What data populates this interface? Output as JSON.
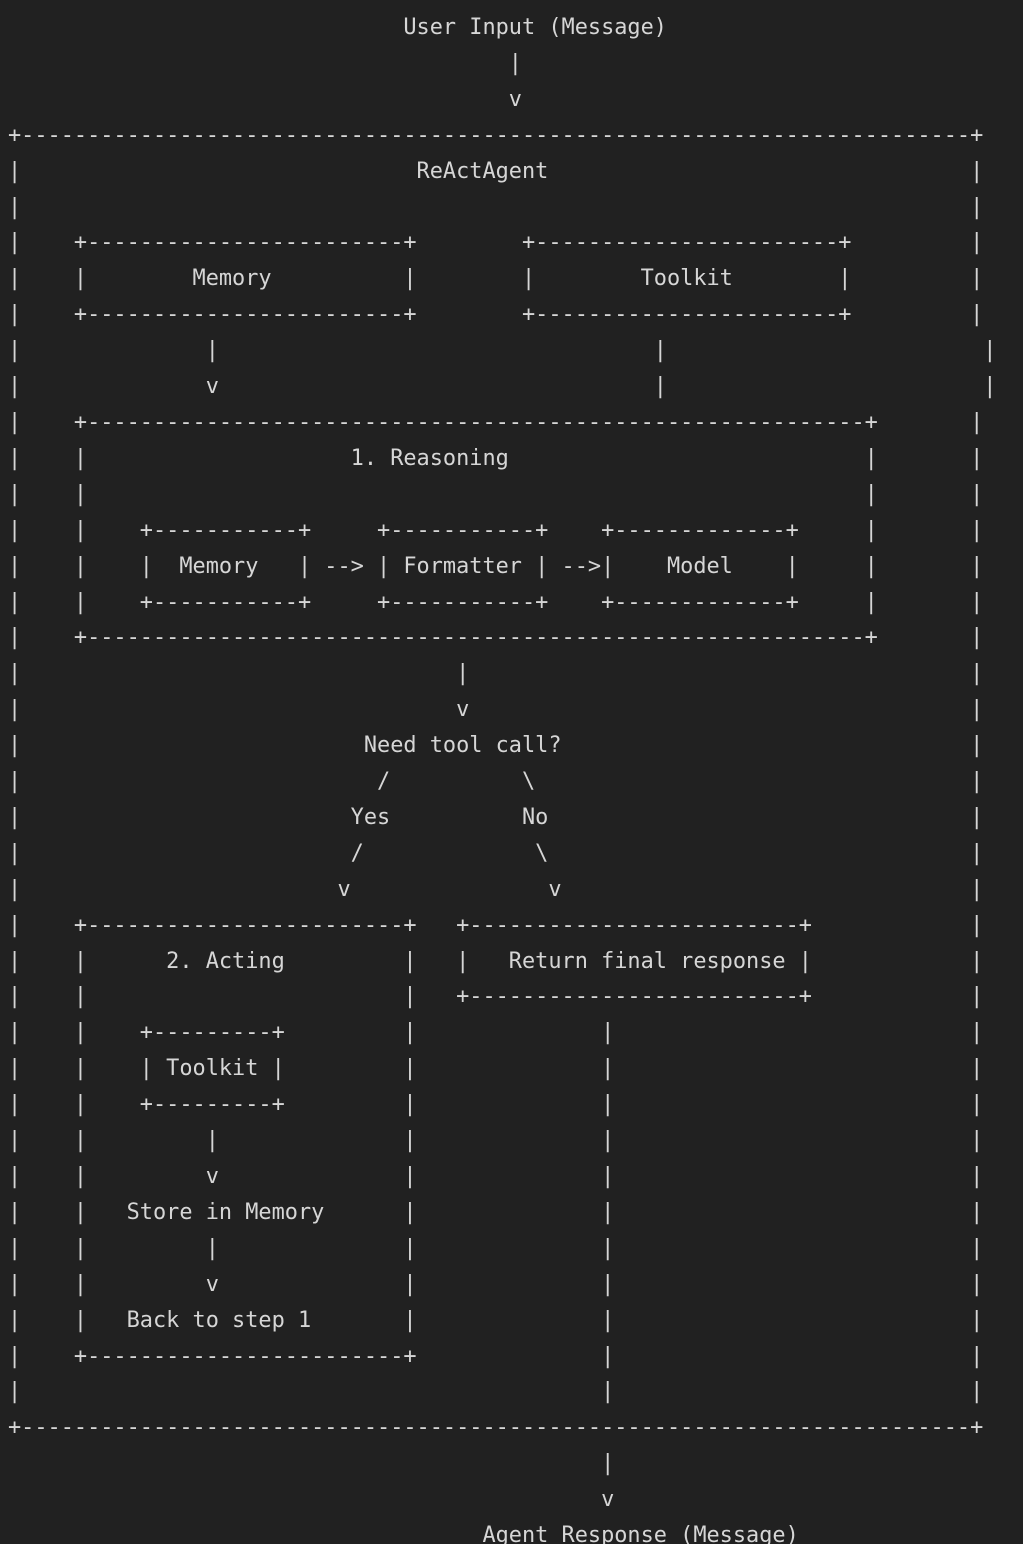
{
  "theme": {
    "background": "#212121",
    "text_color": "#d6d6d6"
  },
  "diagram": {
    "kind": "ascii-flowchart",
    "nodes": {
      "input": "User Input (Message)",
      "agent": "ReActAgent",
      "memory": "Memory",
      "toolkit": "Toolkit",
      "reasoning_title": "1. Reasoning",
      "reasoning_memory": "Memory",
      "formatter": "Formatter",
      "model": "Model",
      "decision": "Need tool call?",
      "yes": "Yes",
      "no": "No",
      "acting_title": "2. Acting",
      "acting_toolkit": "Toolkit",
      "store_in_memory": "Store in Memory",
      "back_to_step_1": "Back to step 1",
      "return_final": "Return final response",
      "output": "Agent Response (Message)"
    },
    "ascii_lines": [
      "                              User Input (Message)",
      "                                      |",
      "                                      v",
      "+------------------------------------------------------------------------+",
      "|                              ReActAgent                                |",
      "|                                                                        |",
      "|    +------------------------+        +-----------------------+         |",
      "|    |        Memory          |        |        Toolkit        |         |",
      "|    +------------------------+        +-----------------------+         |",
      "|              |                                 |                        |",
      "|              v                                 |                        |",
      "|    +-----------------------------------------------------------+       |",
      "|    |                    1. Reasoning                           |       |",
      "|    |                                                           |       |",
      "|    |    +-----------+     +-----------+    +-------------+     |       |",
      "|    |    |  Memory   | --> | Formatter | -->|    Model    |     |       |",
      "|    |    +-----------+     +-----------+    +-------------+     |       |",
      "|    +-----------------------------------------------------------+       |",
      "|                                 |                                      |",
      "|                                 v                                      |",
      "|                          Need tool call?                               |",
      "|                           /          \\                                 |",
      "|                         Yes          No                                |",
      "|                         /             \\                                |",
      "|                        v               v                               |",
      "|    +------------------------+   +-------------------------+            |",
      "|    |      2. Acting         |   |   Return final response |            |",
      "|    |                        |   +-------------------------+            |",
      "|    |    +---------+         |              |                           |",
      "|    |    | Toolkit |         |              |                           |",
      "|    |    +---------+         |              |                           |",
      "|    |         |              |              |                           |",
      "|    |         v              |              |                           |",
      "|    |   Store in Memory      |              |                           |",
      "|    |         |              |              |                           |",
      "|    |         v              |              |                           |",
      "|    |   Back to step 1       |              |                           |",
      "|    +------------------------+              |                           |",
      "|                                            |                           |",
      "+------------------------------------------------------------------------+",
      "                                             |",
      "                                             v",
      "                                    Agent Response (Message)"
    ]
  }
}
